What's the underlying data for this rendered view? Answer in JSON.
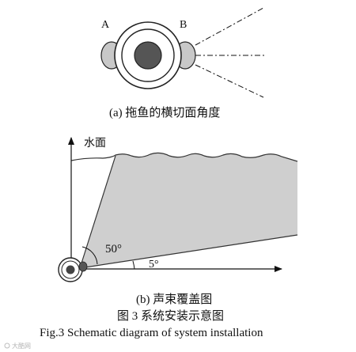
{
  "part_a": {
    "label_left": "A",
    "label_right": "B",
    "caption": "(a)  拖鱼的横切面角度"
  },
  "part_b": {
    "water_surface_label": "水面",
    "angle_large": "50°",
    "angle_small": "5°",
    "caption": "(b)  声束覆盖图"
  },
  "figure": {
    "caption_cn": "图 3    系统安装示意图",
    "caption_en": "Fig.3    Schematic diagram of system installation"
  },
  "watermark": {
    "text": "大酷网"
  }
}
